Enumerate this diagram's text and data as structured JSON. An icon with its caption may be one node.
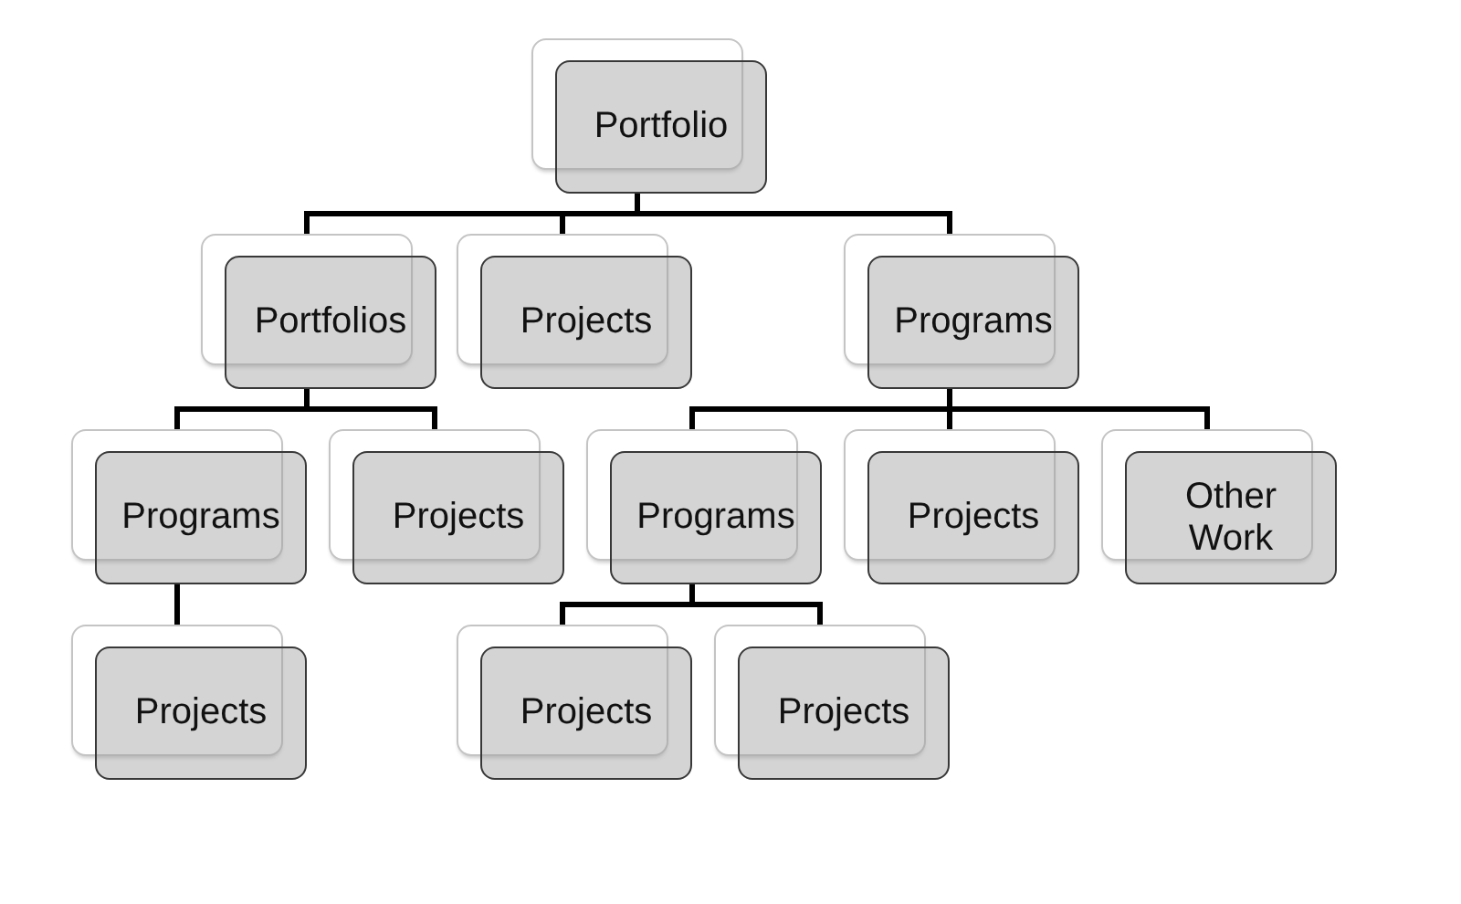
{
  "diagram": {
    "nodes": [
      {
        "text": [
          "Portfolio"
        ]
      },
      {
        "text": [
          "Portfolios"
        ]
      },
      {
        "text": [
          "Projects"
        ]
      },
      {
        "text": [
          "Programs"
        ]
      },
      {
        "text": [
          "Programs"
        ]
      },
      {
        "text": [
          "Projects"
        ]
      },
      {
        "text": [
          "Programs"
        ]
      },
      {
        "text": [
          "Projects"
        ]
      },
      {
        "text": [
          "Other Work"
        ]
      },
      {
        "text": [
          "Projects"
        ]
      },
      {
        "text": [
          "Projects"
        ]
      },
      {
        "text": [
          "Projects"
        ]
      }
    ],
    "edges": [
      {
        "from": 0,
        "to": 1,
        "arrow": "none"
      },
      {
        "from": 0,
        "to": 2,
        "arrow": "none"
      },
      {
        "from": 0,
        "to": 3,
        "arrow": "none"
      },
      {
        "from": 1,
        "to": 4,
        "arrow": "none"
      },
      {
        "from": 1,
        "to": 5,
        "arrow": "none"
      },
      {
        "from": 3,
        "to": 6,
        "arrow": "none"
      },
      {
        "from": 3,
        "to": 7,
        "arrow": "none"
      },
      {
        "from": 3,
        "to": 8,
        "arrow": "none"
      },
      {
        "from": 4,
        "to": 9,
        "arrow": "none"
      },
      {
        "from": 6,
        "to": 10,
        "arrow": "none"
      },
      {
        "from": 6,
        "to": 11,
        "arrow": "none"
      }
    ]
  }
}
